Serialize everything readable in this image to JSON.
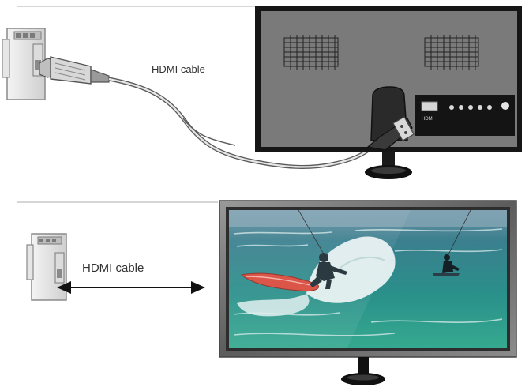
{
  "top_panel": {
    "cable_label": "HDMI cable",
    "port_label": "HDMI"
  },
  "bottom_panel": {
    "cable_label": "HDMI cable"
  },
  "colors": {
    "tv_body": "#7a7a7a",
    "tv_frame": "#1a1a1a",
    "ocean_deep": "#1f6e7c",
    "ocean_light": "#4fb3a8",
    "sky": "#6f95a8",
    "wave_foam": "#e9f2f2",
    "kite": "#d94a3c"
  }
}
